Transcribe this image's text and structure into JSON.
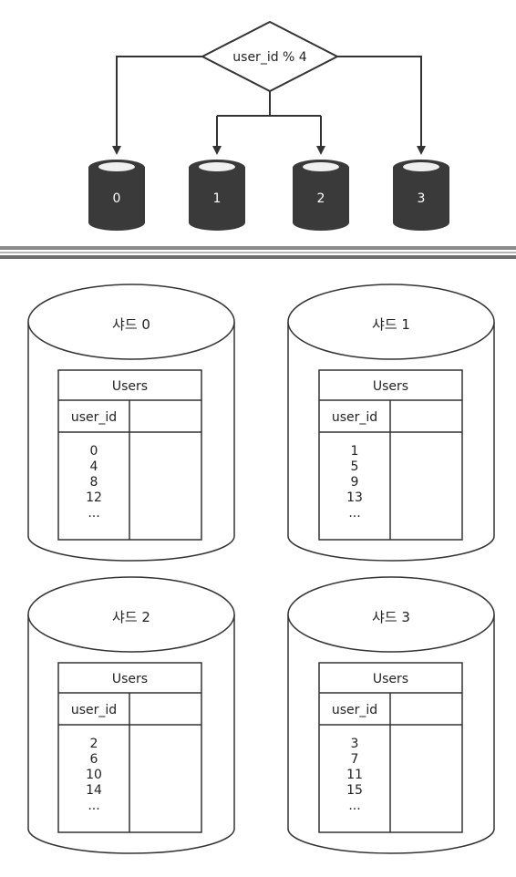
{
  "router": {
    "label": "user_id % 4",
    "targets": [
      "0",
      "1",
      "2",
      "3"
    ]
  },
  "shards": [
    {
      "title": "샤드 0",
      "table": {
        "name": "Users",
        "column": "user_id",
        "ids": [
          "0",
          "4",
          "8",
          "12",
          "..."
        ]
      }
    },
    {
      "title": "샤드 1",
      "table": {
        "name": "Users",
        "column": "user_id",
        "ids": [
          "1",
          "5",
          "9",
          "13",
          "..."
        ]
      }
    },
    {
      "title": "샤드 2",
      "table": {
        "name": "Users",
        "column": "user_id",
        "ids": [
          "2",
          "6",
          "10",
          "14",
          "..."
        ]
      }
    },
    {
      "title": "샤드 3",
      "table": {
        "name": "Users",
        "column": "user_id",
        "ids": [
          "3",
          "7",
          "11",
          "15",
          "..."
        ]
      }
    }
  ],
  "colors": {
    "line": "#333333",
    "db_fill": "#3a3a3a",
    "db_top": "#f0f0f0",
    "divider": "#6e6e6e"
  }
}
